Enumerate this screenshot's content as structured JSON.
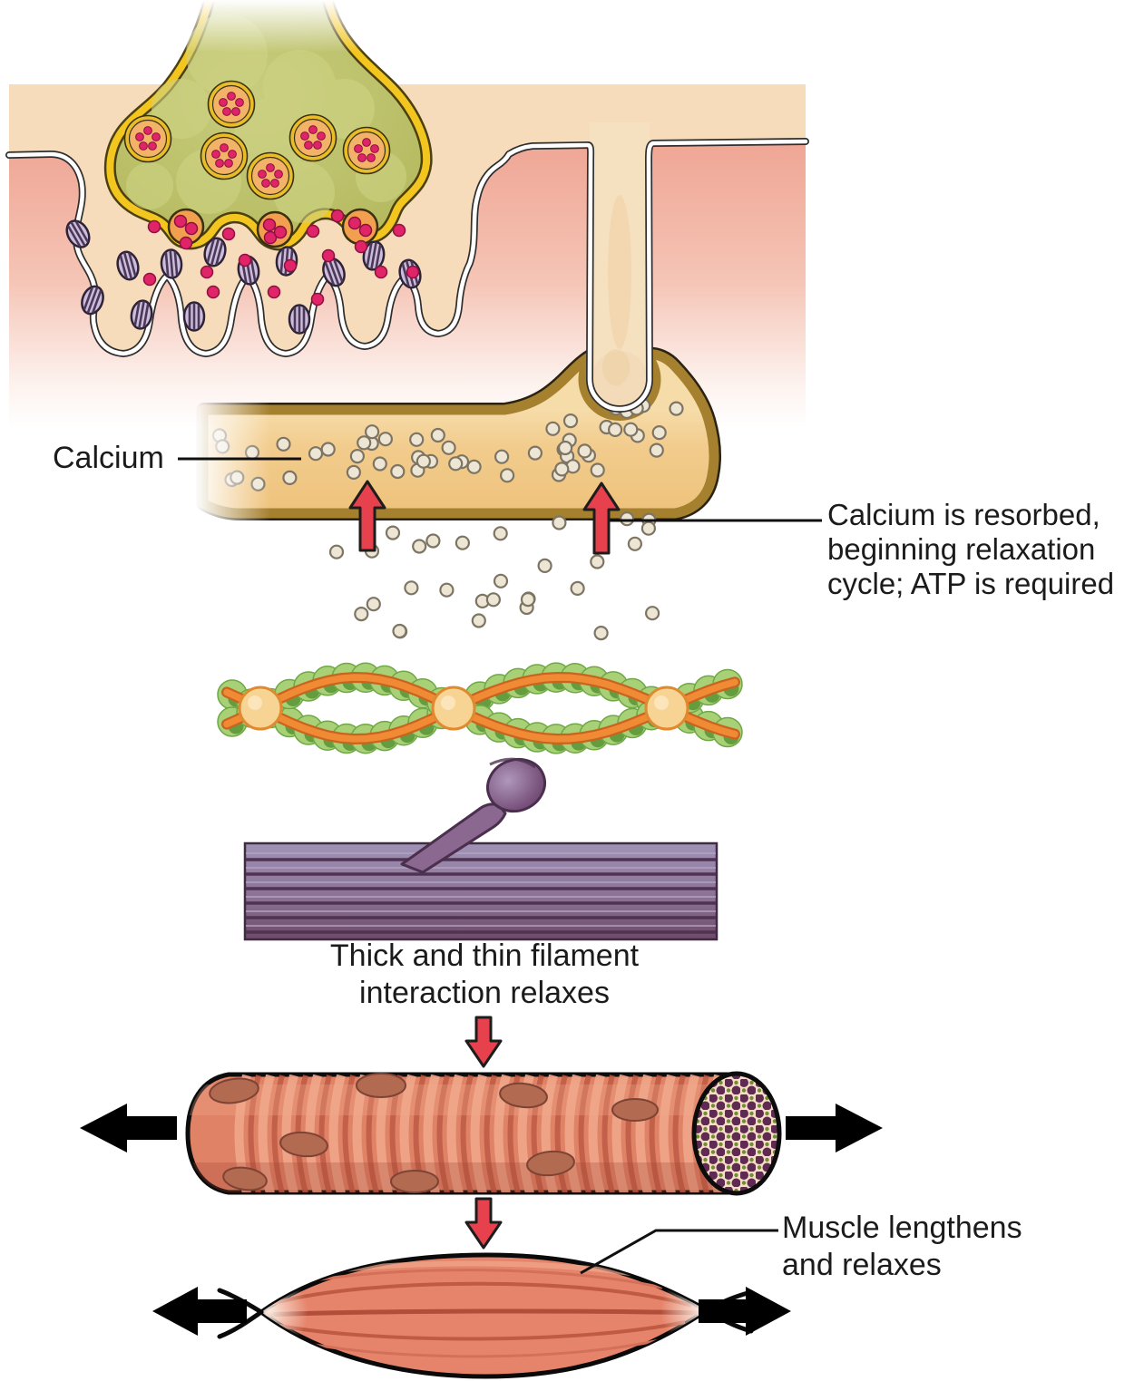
{
  "labels": {
    "calcium": "Calcium",
    "calcium_resorbed": "Calcium is resorbed,\nbeginning relaxation\ncycle; ATP is required",
    "filament_interaction": "Thick and thin filament\ninteraction relaxes",
    "muscle_lengthens": "Muscle lengthens\nand relaxes"
  },
  "icons": {
    "red_up_arrow": "↑",
    "red_down_arrow": "↓",
    "black_left_arrow": "←",
    "black_right_arrow": "→"
  },
  "colors": {
    "arrow_red": "#e8414e",
    "arrow_black": "#000000",
    "axon_terminal_fill": "#bcc167",
    "axon_border_gold": "#f2c51f",
    "vesicle_orange": "#f2b369",
    "ach_dot_pink": "#e02468",
    "receptor_purple": "#cdbcdc",
    "surface_cream": "#f6dcba",
    "muscle_interior_pink": "#f0a795",
    "sr_interior_tan": "#f2c787",
    "sr_border_gold": "#a5802f",
    "calcium_ion": "#eee6d4",
    "actin_green": "#a8d177",
    "tropomyosin_orange": "#f08a35",
    "troponin_yellow": "#f7d494",
    "myosin_purple": "#8a6890",
    "fiber_salmon": "#e08266",
    "muscle_salmon": "#e5846a"
  }
}
